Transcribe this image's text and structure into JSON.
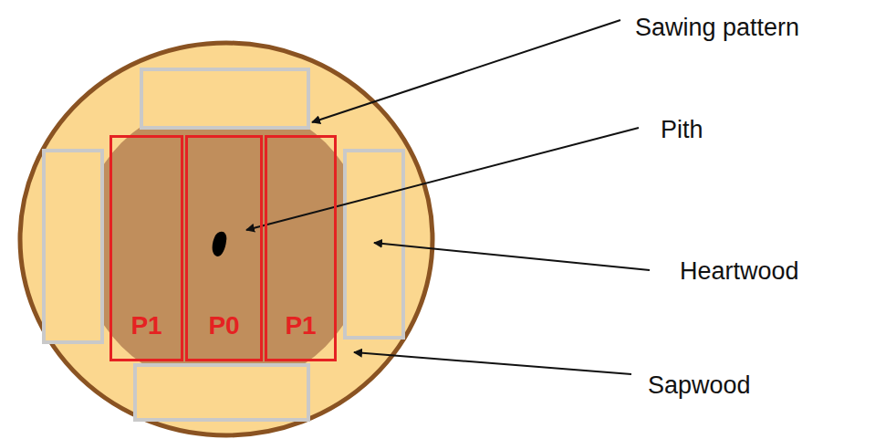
{
  "diagram": {
    "nodes": [
      {
        "text": [
          "P1"
        ]
      },
      {
        "text": [
          "P0"
        ]
      },
      {
        "text": [
          "P1"
        ]
      }
    ],
    "labels": [
      "Sawing pattern",
      "Pith",
      "Heartwood",
      "Sapwood"
    ]
  }
}
